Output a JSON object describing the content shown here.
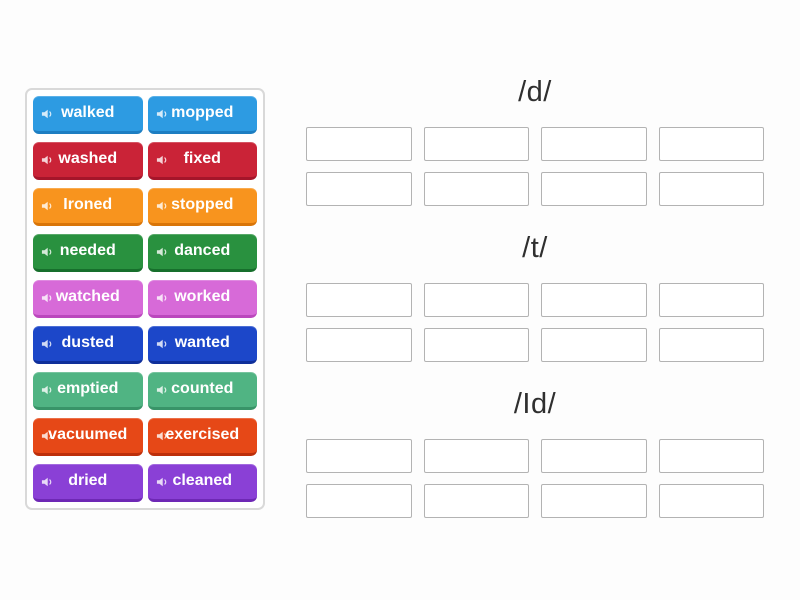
{
  "activity": {
    "kind": "group-sort",
    "background_color": "#fdfdfd"
  },
  "word_bank": {
    "tile_icon": "speaker-icon",
    "tiles": [
      {
        "label": "walked",
        "color": "#2d9be2",
        "shade": "#1d7ec2"
      },
      {
        "label": "mopped",
        "color": "#2d9be2",
        "shade": "#1d7ec2"
      },
      {
        "label": "washed",
        "color": "#ca2337",
        "shade": "#a5152a"
      },
      {
        "label": "fixed",
        "color": "#ca2337",
        "shade": "#a5152a"
      },
      {
        "label": "Ironed",
        "color": "#f8941e",
        "shade": "#d97508"
      },
      {
        "label": "stopped",
        "color": "#f8941e",
        "shade": "#d97508"
      },
      {
        "label": "needed",
        "color": "#29913f",
        "shade": "#176f2c"
      },
      {
        "label": "danced",
        "color": "#29913f",
        "shade": "#176f2c"
      },
      {
        "label": "watched",
        "color": "#d76ad8",
        "shade": "#bb47bd"
      },
      {
        "label": "worked",
        "color": "#d76ad8",
        "shade": "#bb47bd"
      },
      {
        "label": "dusted",
        "color": "#1c47c9",
        "shade": "#0f2f9a"
      },
      {
        "label": "wanted",
        "color": "#1c47c9",
        "shade": "#0f2f9a"
      },
      {
        "label": "emptied",
        "color": "#50b483",
        "shade": "#389468"
      },
      {
        "label": "counted",
        "color": "#50b483",
        "shade": "#389468"
      },
      {
        "label": "vacuumed",
        "color": "#e64817",
        "shade": "#bd2f0a"
      },
      {
        "label": "exercised",
        "color": "#e64817",
        "shade": "#bd2f0a"
      },
      {
        "label": "dried",
        "color": "#8a40d6",
        "shade": "#6e28b5"
      },
      {
        "label": "cleaned",
        "color": "#8a40d6",
        "shade": "#6e28b5"
      }
    ]
  },
  "groups": [
    {
      "label": "/d/",
      "slot_count": 8
    },
    {
      "label": "/t/",
      "slot_count": 8
    },
    {
      "label": "/Id/",
      "slot_count": 8
    }
  ],
  "colors": {
    "header_text": "#2f2f2f",
    "slot_border": "#b3b3b3",
    "panel_border": "#d9d9d9"
  }
}
